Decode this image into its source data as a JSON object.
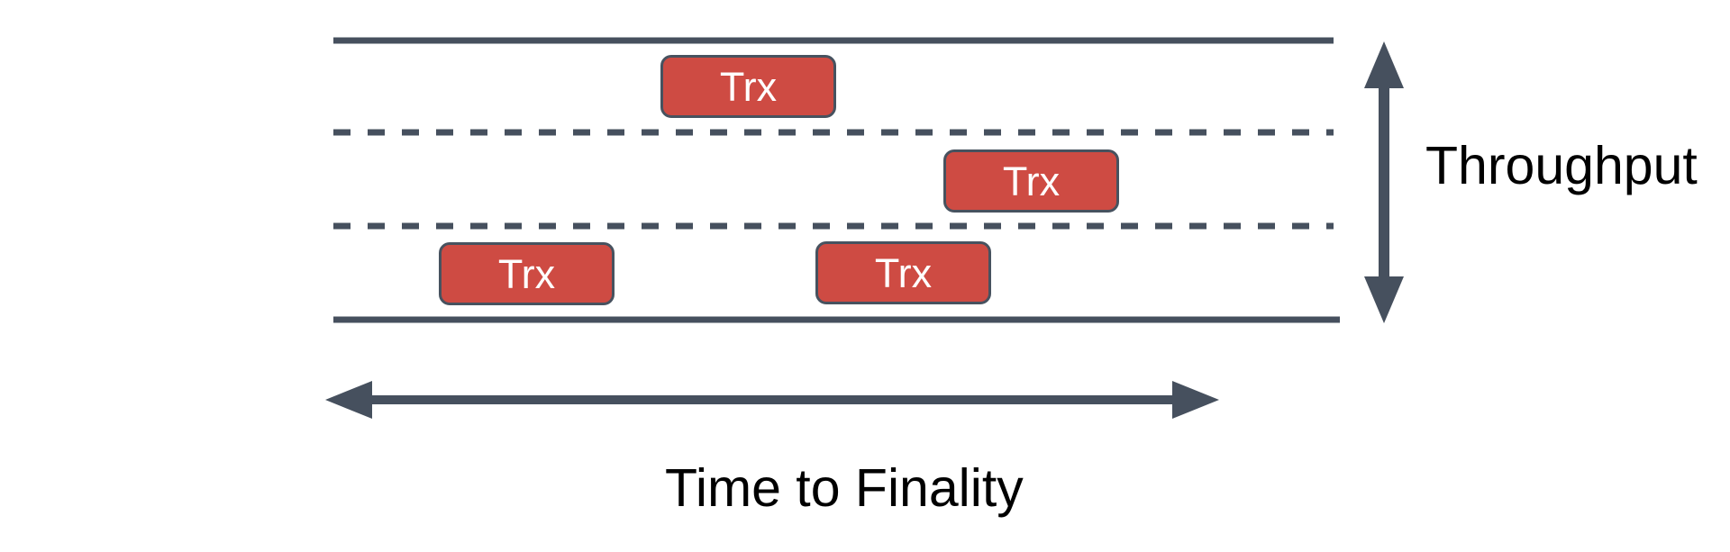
{
  "colors": {
    "slate": "#46505E",
    "trx_fill": "#CE4B43",
    "trx_border": "#47525F",
    "trx_text": "#FFFFFF",
    "label_text": "#000000",
    "background": "#FFFFFF"
  },
  "diagram": {
    "lanes": {
      "count": 3,
      "divider_style": "dashed",
      "edge_style": "solid"
    },
    "trx_boxes": [
      {
        "label": "Trx",
        "lane": 1
      },
      {
        "label": "Trx",
        "lane": 2
      },
      {
        "label": "Trx",
        "lane": 3
      },
      {
        "label": "Trx",
        "lane": 3
      }
    ],
    "vertical_axis_label": "Throughput",
    "horizontal_axis_label": "Time to Finality"
  }
}
